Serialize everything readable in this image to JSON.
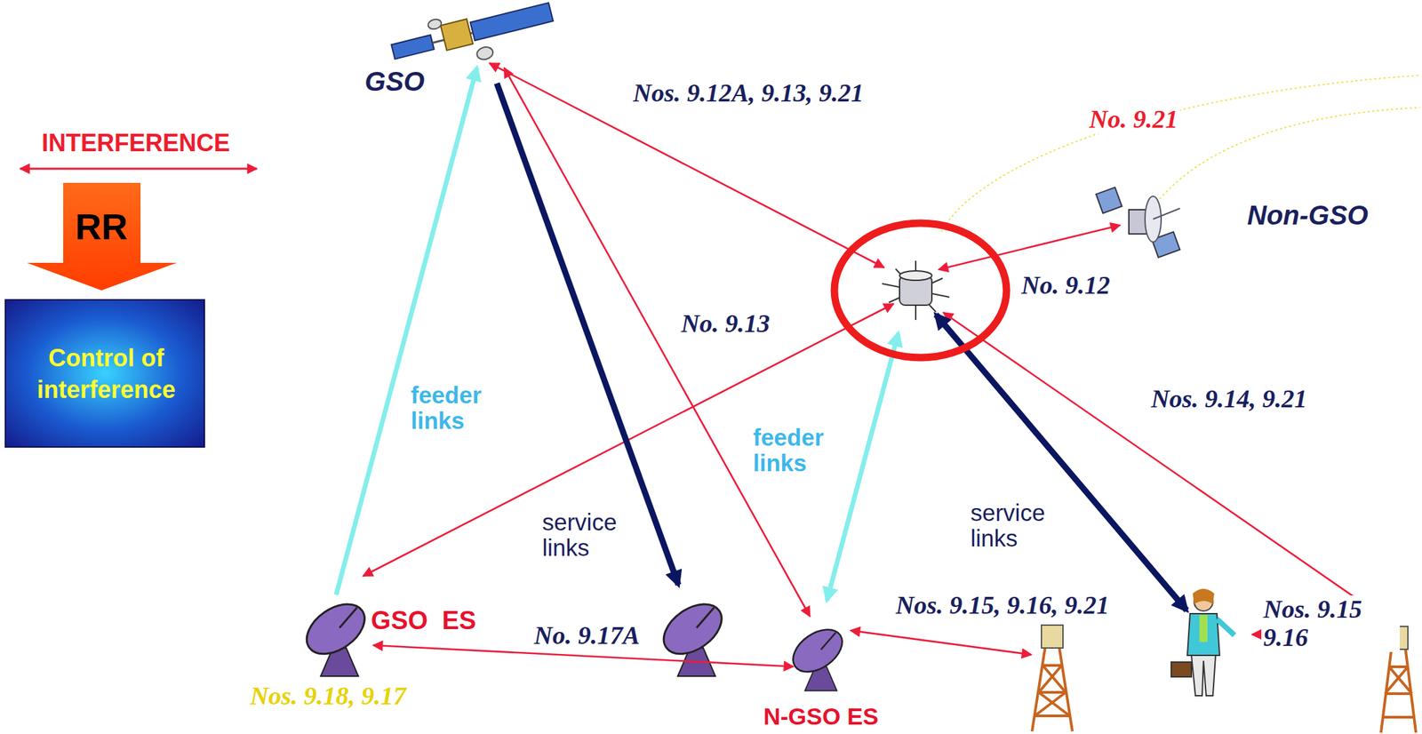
{
  "diagram": {
    "nodes": [
      {
        "text": [
          "RR"
        ]
      },
      {
        "text": [
          "Control of interference"
        ]
      },
      {
        "text": [
          "GSO"
        ]
      },
      {
        "text": [
          "Non-GSO"
        ]
      },
      {
        "text": [
          "GSO  ES"
        ]
      },
      {
        "text": [
          "N-GSO ES"
        ]
      }
    ],
    "edges": [
      {
        "from": 4,
        "to": 2,
        "arrow": "to",
        "label": "feeder links"
      },
      {
        "from": 2,
        "to": 5,
        "arrow": "both",
        "label": "No. 9.13"
      },
      {
        "from": 4,
        "to": 5,
        "arrow": "both",
        "label": "No. 9.17A"
      }
    ],
    "labels": [
      "INTERFERENCE",
      "Nos. 9.12A, 9.13, 9.21",
      "No. 9.21",
      "No. 9.12",
      "Nos. 9.14, 9.21",
      "feeder links",
      "service links",
      "service links",
      "Nos. 9.15, 9.16, 9.21",
      "Nos. 9.15 9.16",
      "Nos. 9.18, 9.17"
    ]
  }
}
